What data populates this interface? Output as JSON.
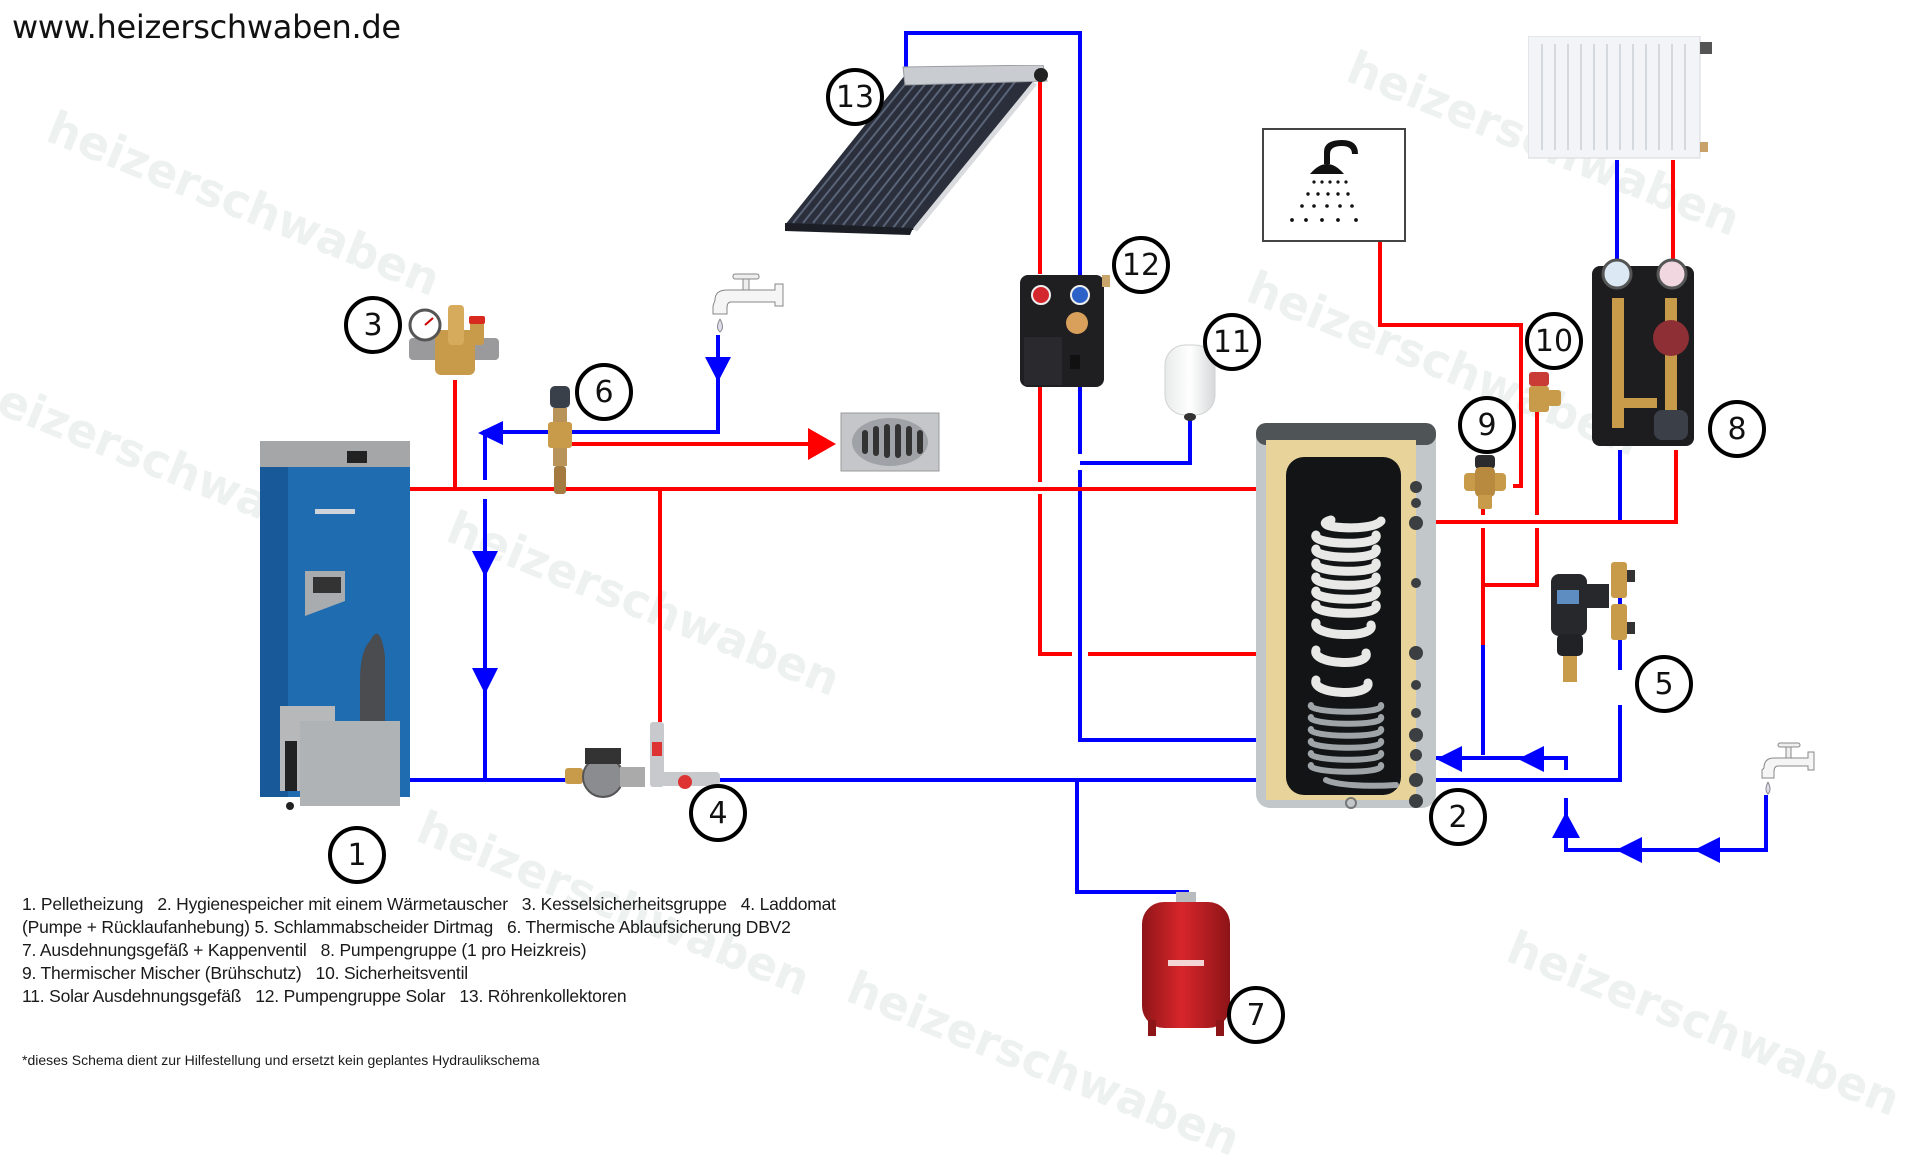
{
  "header": {
    "site_url": "www.heizerschwaben.de"
  },
  "watermark_text": "heizerschwaben",
  "colors": {
    "supply": "#ff0000",
    "return": "#0000ff",
    "badge": "#000000"
  },
  "components": [
    {
      "number": "1",
      "name": "Pelletheizung",
      "icon": "pellet-boiler-icon"
    },
    {
      "number": "2",
      "name": "Hygienespeicher mit einem Wärmetauscher",
      "icon": "storage-tank-icon"
    },
    {
      "number": "3",
      "name": "Kesselsicherheitsgruppe",
      "icon": "boiler-safety-group-icon"
    },
    {
      "number": "4",
      "name": "Laddomat (Pumpe + Rücklaufanhebung)",
      "icon": "laddomat-pump-icon"
    },
    {
      "number": "5",
      "name": "Schlammabscheider Dirtmag",
      "icon": "dirt-separator-icon"
    },
    {
      "number": "6",
      "name": "Thermische Ablaufsicherung DBV2",
      "icon": "thermal-discharge-valve-icon"
    },
    {
      "number": "7",
      "name": "Ausdehnungsgefäß + Kappenventil",
      "icon": "expansion-vessel-icon"
    },
    {
      "number": "8",
      "name": "Pumpengruppe (1 pro Heizkreis)",
      "icon": "pump-group-icon"
    },
    {
      "number": "9",
      "name": "Thermischer Mischer (Brühschutz)",
      "icon": "thermal-mixer-icon"
    },
    {
      "number": "10",
      "name": "Sicherheitsventil",
      "icon": "safety-valve-icon"
    },
    {
      "number": "11",
      "name": "Solar Ausdehnungsgefäß",
      "icon": "solar-expansion-vessel-icon"
    },
    {
      "number": "12",
      "name": "Pumpengruppe Solar",
      "icon": "solar-pump-group-icon"
    },
    {
      "number": "13",
      "name": "Röhrenkollektoren",
      "icon": "tube-collector-icon"
    }
  ],
  "extra_icons": [
    "radiator-icon",
    "shower-icon",
    "water-tap-icon",
    "floor-drain-icon",
    "flow-arrow-icon"
  ],
  "legend": {
    "lines": [
      "1. Pelletheizung   2. Hygienespeicher mit einem Wärmetauscher   3. Kesselsicherheitsgruppe   4. Laddomat",
      "(Pumpe + Rücklaufanhebung) 5. Schlammabscheider Dirtmag   6. Thermische Ablaufsicherung DBV2",
      "7. Ausdehnungsgefäß + Kappenventil   8. Pumpengruppe (1 pro Heizkreis)",
      "9. Thermischer Mischer (Brühschutz)   10. Sicherheitsventil",
      "11. Solar Ausdehnungsgefäß   12. Pumpengruppe Solar   13. Röhrenkollektoren"
    ]
  },
  "disclaimer": "*dieses Schema dient zur Hilfestellung und ersetzt kein geplantes Hydraulikschema"
}
